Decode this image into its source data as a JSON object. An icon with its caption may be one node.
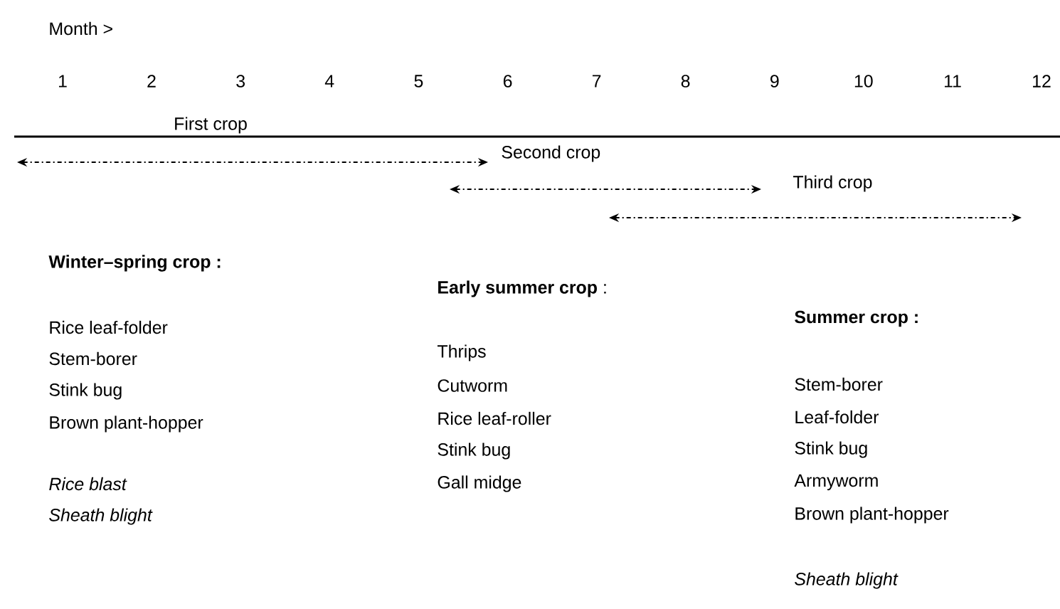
{
  "diagram": {
    "labels": [
      "Month >",
      "1",
      "2",
      "3",
      "4",
      "5",
      "6",
      "7",
      "8",
      "9",
      "10",
      "11",
      "12",
      "First crop",
      "Second crop",
      "Third crop",
      "Winter–spring crop :",
      "Rice leaf-folder",
      "Stem-borer",
      "Stink bug",
      "Brown plant-hopper",
      "Rice blast",
      "Sheath blight",
      "**Early summer crop** :",
      "Thrips",
      "Cutworm",
      "Rice leaf-roller",
      "Stink bug",
      "Gall midge",
      "Summer crop :",
      "Stem-borer",
      "Leaf-folder",
      "Stink bug",
      "Armyworm",
      "Brown plant-hopper",
      "Sheath blight"
    ]
  }
}
